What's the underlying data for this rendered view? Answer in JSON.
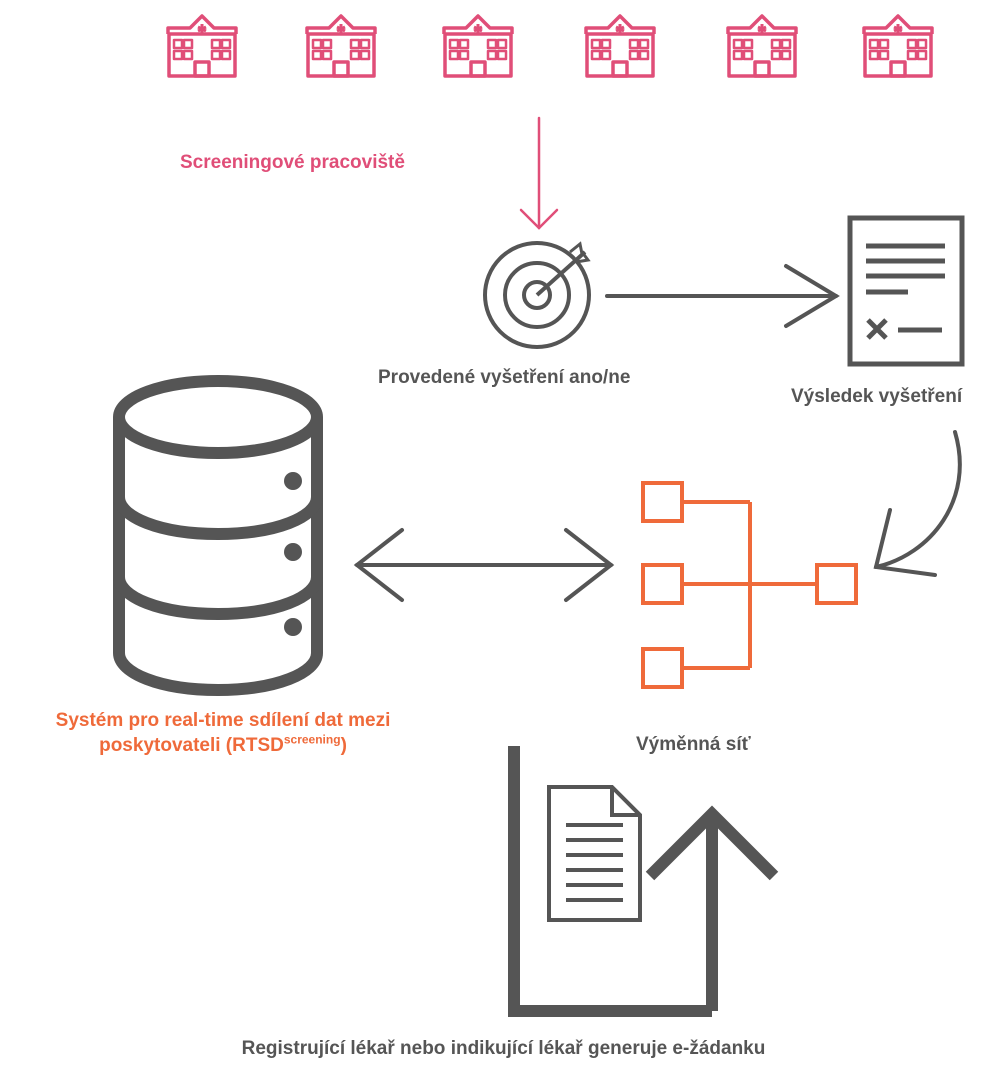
{
  "colors": {
    "pink": "#e04e78",
    "orange": "#ef6a3a",
    "dark": "#555555"
  },
  "icons": {
    "hospitals": [
      "hospital-icon",
      "hospital-icon",
      "hospital-icon",
      "hospital-icon",
      "hospital-icon",
      "hospital-icon"
    ],
    "examination": "target-icon",
    "result": "document-result-icon",
    "database": "database-icon",
    "network": "network-hierarchy-icon",
    "upload": "upload-document-icon"
  },
  "labels": {
    "screening_site": "Screeningové pracoviště",
    "exam_performed": "Provedené vyšetření ano/ne",
    "exam_result": "Výsledek vyšetření",
    "rtsd_line1": "Systém pro real-time sdílení dat mezi",
    "rtsd_line2": "poskytovateli (RTSD",
    "rtsd_sup": "screening",
    "rtsd_end": ")",
    "exchange_network": "Výměnná síť",
    "referral": "Registrující lékař nebo indikující lékař generuje e-žádanku"
  }
}
